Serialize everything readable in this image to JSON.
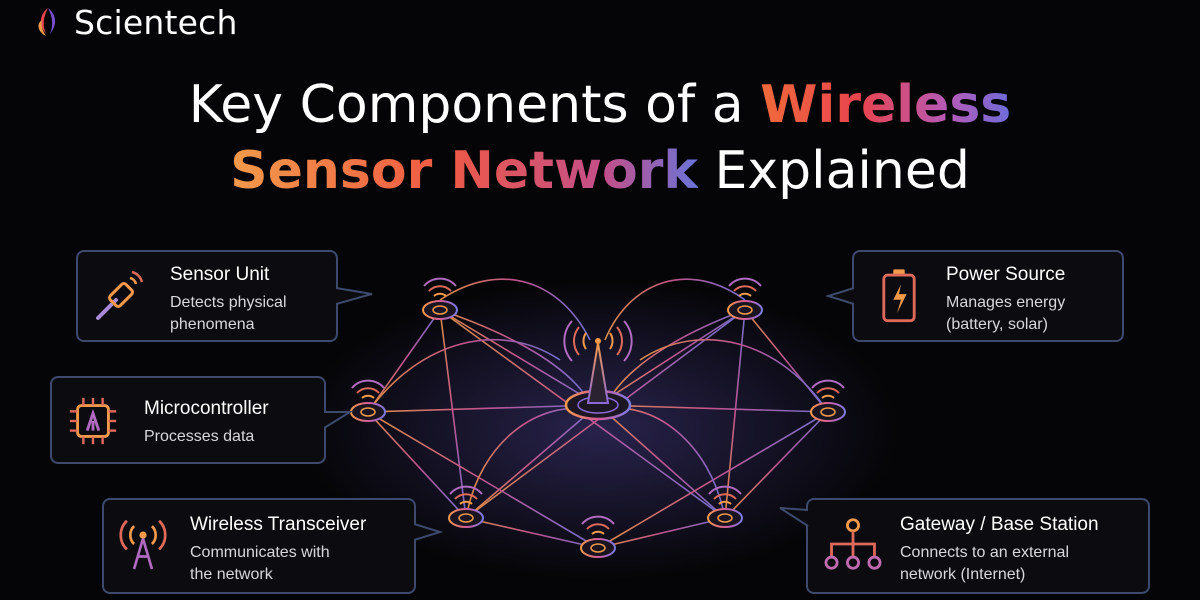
{
  "brand": {
    "name": "Scientech"
  },
  "title": {
    "line1_plain": "Key Components of a ",
    "line1_highlight": "Wireless",
    "line2_highlight": "Sensor Network",
    "line2_plain": " Explained"
  },
  "components": {
    "sensor_unit": {
      "title": "Sensor Unit",
      "desc_line1": "Detects physical",
      "desc_line2": "phenomena",
      "icon": "sensor-probe-icon"
    },
    "microcontroller": {
      "title": "Microcontroller",
      "desc_line1": "Processes data",
      "icon": "chip-icon"
    },
    "wireless_transceiver": {
      "title": "Wireless Transceiver",
      "desc_line1": "Communicates with",
      "desc_line2": "the network",
      "icon": "antenna-icon"
    },
    "power_source": {
      "title": "Power Source",
      "desc_line1": "Manages energy",
      "desc_line2": "(battery, solar)",
      "icon": "battery-icon"
    },
    "gateway": {
      "title": "Gateway / Base Station",
      "desc_line1": "Connects to an external",
      "desc_line2": "network (Internet)",
      "icon": "hierarchy-icon"
    }
  },
  "colors": {
    "background": "#050507",
    "card_border": "#3d4a6e",
    "accent_orange": "#f06a3a",
    "accent_red": "#e9444e",
    "accent_purple": "#b55ab8",
    "accent_blue": "#6d6dd8"
  }
}
